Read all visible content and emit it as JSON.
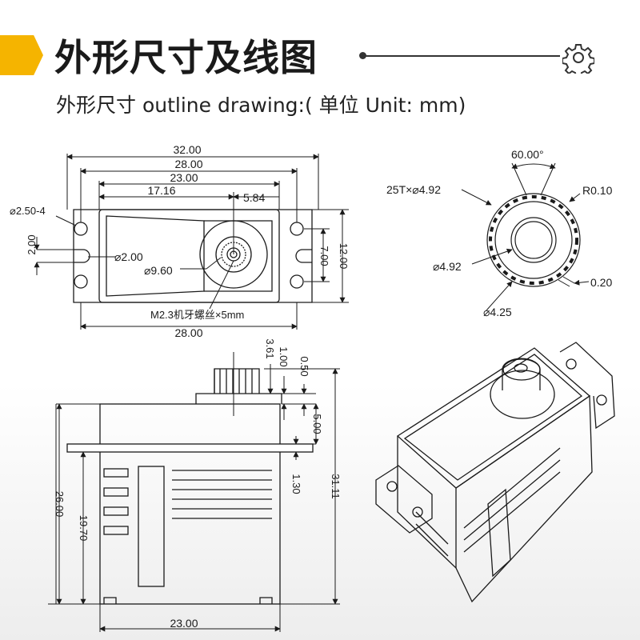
{
  "header": {
    "title": "外形尺寸及线图",
    "subtitle": "外形尺寸 outline drawing:( 单位 Unit: mm)"
  },
  "colors": {
    "accent": "#f5b400",
    "line": "#1a1a1a"
  },
  "icons": {
    "header_icon": "gear-icon"
  },
  "top_view": {
    "dim_32": "32.00",
    "dim_28_top": "28.00",
    "dim_23_top": "23.00",
    "dim_17": "17.16",
    "dim_584": "5.84",
    "dim_hole": "⌀2.50-4",
    "dim_200_v": "2.00",
    "dim_slot": "⌀2.00",
    "dim_960": "⌀9.60",
    "dim_700": "7.00",
    "dim_1200": "12.00",
    "screw": "M2.3机牙螺丝×5mm",
    "dim_28_bottom": "28.00"
  },
  "gear_view": {
    "angle": "60.00°",
    "teeth": "25T×⌀4.92",
    "radius": "R0.10",
    "inner": "⌀4.92",
    "tooth_h": "0.20",
    "root": "⌀4.25"
  },
  "side_view": {
    "dim_361": "3.61",
    "dim_100": "1.00",
    "dim_050": "0.50",
    "dim_500": "5.00",
    "dim_2600": "26.00",
    "dim_1970": "19.70",
    "dim_3111": "31.11",
    "dim_130": "1.30",
    "dim_2300": "23.00"
  }
}
